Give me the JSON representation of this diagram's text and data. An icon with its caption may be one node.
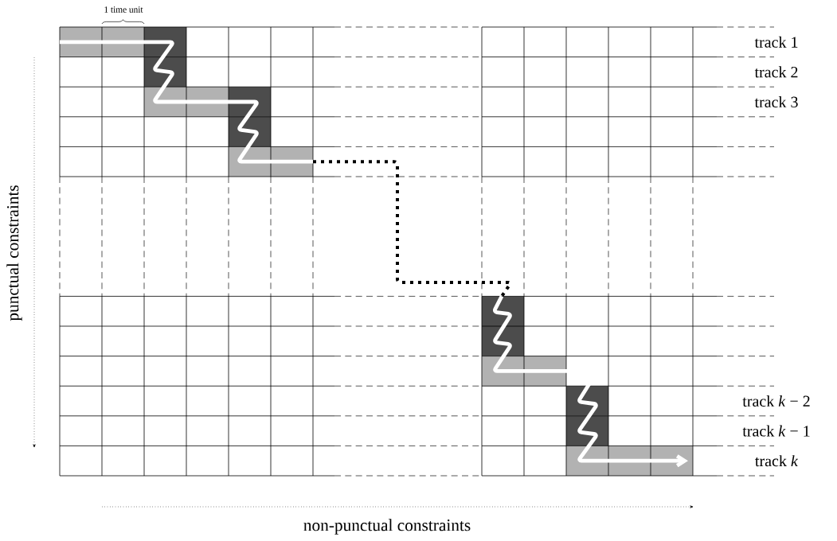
{
  "diagram": {
    "labels": [
      "1 time unit",
      "track 1",
      "track 2",
      "track 3",
      "track *k* − 2",
      "track *k* − 1",
      "track *k*",
      "punctual constraints",
      "non-punctual constraints"
    ]
  }
}
